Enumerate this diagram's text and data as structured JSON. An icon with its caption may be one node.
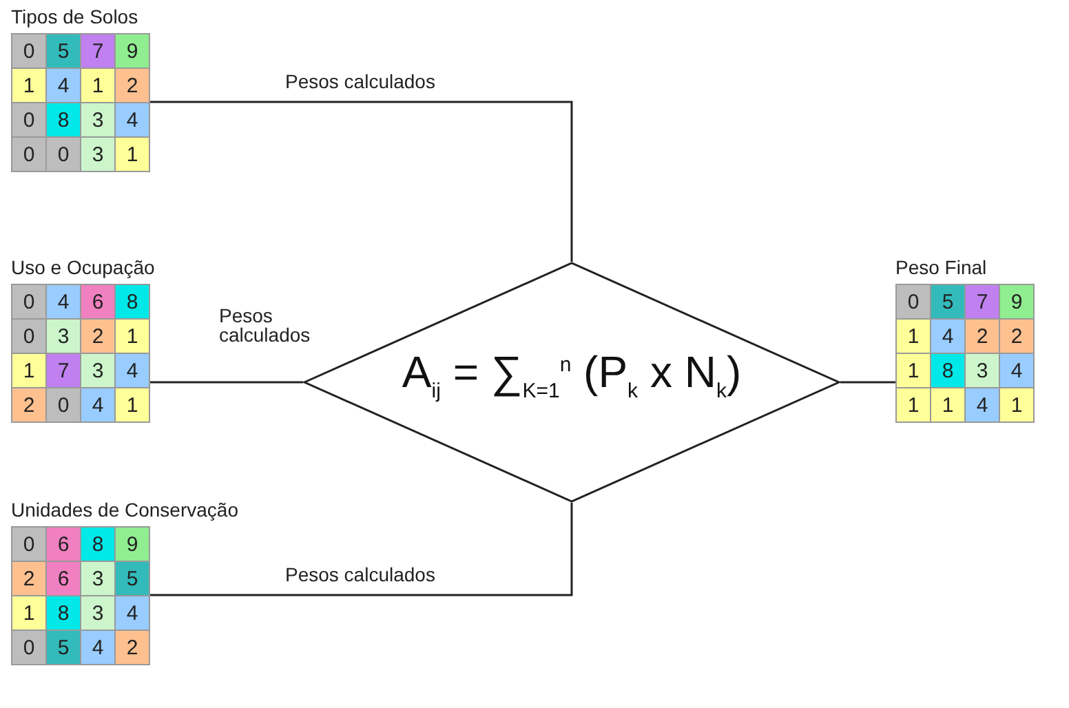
{
  "diagram": {
    "nodes": [
      {
        "text": [
          "Tipos de Solos"
        ]
      },
      {
        "text": [
          "Uso e Ocupação"
        ]
      },
      {
        "text": [
          "Unidades de Conservação"
        ]
      },
      {
        "text": [
          "A$_{ij}$ = ∑$_{K=1}$$^{n}$ (P$_{k}$ x N$_{k}$)"
        ]
      },
      {
        "text": [
          "Peso Final"
        ]
      }
    ],
    "edges": [
      {
        "from": 0,
        "to": 3,
        "arrow": "none",
        "label": "Pesos calculados"
      },
      {
        "from": 1,
        "to": 3,
        "arrow": "none",
        "label": "Pesos calculados"
      },
      {
        "from": 2,
        "to": 3,
        "arrow": "none",
        "label": "Pesos calculados"
      },
      {
        "from": 3,
        "to": 4,
        "arrow": "none"
      }
    ],
    "labels": [
      "0",
      "5",
      "7",
      "9",
      "1",
      "4",
      "1",
      "2",
      "0",
      "8",
      "3",
      "4",
      "0",
      "0",
      "3",
      "1",
      "0",
      "4",
      "6",
      "8",
      "0",
      "3",
      "2",
      "1",
      "1",
      "7",
      "3",
      "4",
      "2",
      "0",
      "4",
      "1",
      "0",
      "6",
      "8",
      "9",
      "2",
      "6",
      "3",
      "5",
      "1",
      "8",
      "3",
      "4",
      "0",
      "5",
      "4",
      "2",
      "0",
      "5",
      "7",
      "9",
      "1",
      "4",
      "2",
      "2",
      "1",
      "8",
      "3",
      "4",
      "1",
      "1",
      "4",
      "1"
    ]
  }
}
